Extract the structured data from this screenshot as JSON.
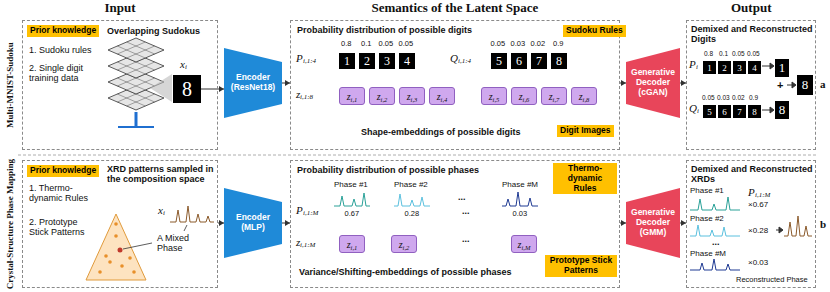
{
  "diagram": {
    "nodes": [
      {
        "text": [
          "1. Sudoku rules",
          "2. Single digit training data",
          "Overlapping Sudokus"
        ]
      },
      {
        "text": [
          "Prior knowledge"
        ],
        "in": 0
      },
      {
        "text": [
          "8"
        ],
        "in": 0
      },
      {
        "text": [
          "Encoder (ResNet18)"
        ]
      },
      {
        "text": [
          "Probability distribution of possible digits",
          "Shape-embeddings of possible digits"
        ]
      },
      {
        "text": [
          "Sudoku Rules"
        ],
        "in": 4
      },
      {
        "text": [
          "1"
        ],
        "in": 4
      },
      {
        "text": [
          "2"
        ],
        "in": 4
      },
      {
        "text": [
          "3"
        ],
        "in": 4
      },
      {
        "text": [
          "4"
        ],
        "in": 4
      },
      {
        "text": [
          "5"
        ],
        "in": 4
      },
      {
        "text": [
          "6"
        ],
        "in": 4
      },
      {
        "text": [
          "7"
        ],
        "in": 4
      },
      {
        "text": [
          "8"
        ],
        "in": 4
      },
      {
        "text": [
          "z",
          "i,1"
        ],
        "in": 4
      },
      {
        "text": [
          "z",
          "i,2"
        ],
        "in": 4
      },
      {
        "text": [
          "z",
          "i,3"
        ],
        "in": 4
      },
      {
        "text": [
          "z",
          "i,4"
        ],
        "in": 4
      },
      {
        "text": [
          "z",
          "i,5"
        ],
        "in": 4
      },
      {
        "text": [
          "z",
          "i,6"
        ],
        "in": 4
      },
      {
        "text": [
          "z",
          "i,7"
        ],
        "in": 4
      },
      {
        "text": [
          "z",
          "i,8"
        ],
        "in": 4
      },
      {
        "text": [
          "Digit Images"
        ],
        "in": 4
      },
      {
        "text": [
          "Generative Decoder (cGAN)"
        ]
      },
      {
        "text": [
          "Demixed and Reconstructed Digits"
        ]
      },
      {
        "text": [
          "1"
        ],
        "in": 24
      },
      {
        "text": [
          "2"
        ],
        "in": 24
      },
      {
        "text": [
          "3"
        ],
        "in": 24
      },
      {
        "text": [
          "4"
        ],
        "in": 24
      },
      {
        "text": [
          "5"
        ],
        "in": 24
      },
      {
        "text": [
          "6"
        ],
        "in": 24
      },
      {
        "text": [
          "7"
        ],
        "in": 24
      },
      {
        "text": [
          "8"
        ],
        "in": 24
      },
      {
        "text": [
          "1"
        ],
        "in": 24
      },
      {
        "text": [
          "8"
        ],
        "in": 24
      },
      {
        "text": [
          "8"
        ],
        "in": 24
      },
      {
        "text": [
          "1. Thermo- dynamic Rules",
          "2. Prototype Stick Patterns",
          "XRD patterns sampled in the composition space",
          "A Mixed Phase"
        ]
      },
      {
        "text": [
          "Prior knowledge"
        ],
        "in": 36
      },
      {
        "text": [
          "Encoder (MLP)"
        ]
      },
      {
        "text": [
          "Probability distribution of possible phases",
          "Variance/Shifting-embeddings of possible phases"
        ]
      },
      {
        "text": [
          "Thermo- dynamic Rules"
        ],
        "in": 39
      },
      {
        "text": [
          "z",
          "i,1"
        ],
        "in": 39
      },
      {
        "text": [
          "z",
          "i,2"
        ],
        "in": 39
      },
      {
        "text": [
          "z",
          "i,M"
        ],
        "in": 39
      },
      {
        "text": [
          "Prototype Stick Patterns"
        ],
        "in": 39
      },
      {
        "text": [
          "Generative Decoder (GMM)"
        ]
      },
      {
        "text": [
          "Demixed and Reconstructed XRDs"
        ]
      }
    ],
    "edges": [
      {
        "from": 2,
        "to": 3,
        "arrow": "to"
      },
      {
        "from": 3,
        "to": 4,
        "arrow": "to"
      },
      {
        "from": 4,
        "to": 23,
        "arrow": "to"
      },
      {
        "from": 23,
        "to": 24,
        "arrow": "to"
      },
      {
        "from": 36,
        "to": 38,
        "arrow": "to"
      },
      {
        "from": 38,
        "to": 39,
        "arrow": "to"
      },
      {
        "from": 39,
        "to": 45,
        "arrow": "to"
      },
      {
        "from": 45,
        "to": 46,
        "arrow": "to"
      }
    ],
    "labels": [
      "Input",
      "Semantics of the Latent Space",
      "Output",
      "Multi-MNIST-Sudoku",
      "a",
      "Crystal-Structure Phase Mapping",
      "b",
      "x",
      "i",
      "P",
      "i,1:4",
      "0.8",
      "0.1",
      "0.05",
      "0.05",
      "Q",
      "i,1:4",
      "0.05",
      "0.03",
      "0.02",
      "0.9",
      "z",
      "i,1:8",
      "P",
      "i",
      "0.8",
      "0.1",
      "0.05",
      "0.05",
      "Q",
      "i",
      "0.05",
      "0.03",
      "0.02",
      "0.9",
      "+",
      "x",
      "i",
      "P",
      "i,1:M",
      "Phase #1",
      "Phase #2",
      "...",
      "Phase #M",
      "0.67",
      "0.28",
      "...",
      "0.03",
      "z",
      "i,1:M",
      "...",
      "P",
      "i,1:M",
      "Phase #1",
      "×0.67",
      "Phase #2",
      "×0.28",
      "...",
      "Phase #M",
      "×0.03",
      "Reconstructed Phase"
    ]
  }
}
